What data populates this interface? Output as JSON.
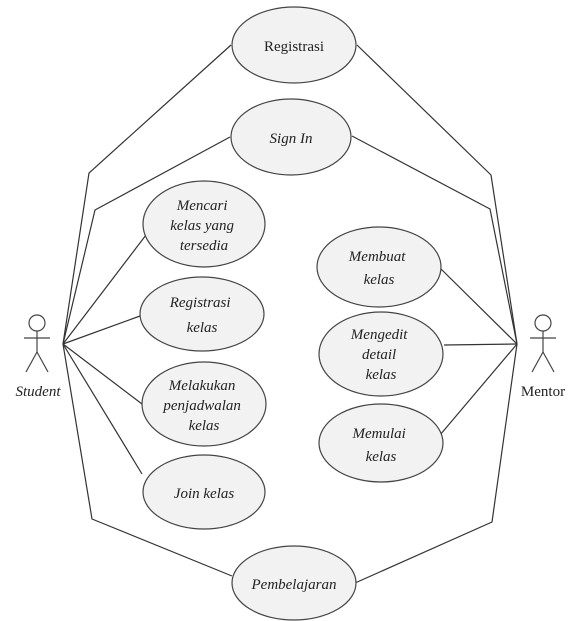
{
  "actors": {
    "student": {
      "label": "Student"
    },
    "mentor": {
      "label": "Mentor"
    }
  },
  "use_cases": {
    "registrasi": [
      "Registrasi"
    ],
    "sign_in": [
      "Sign In"
    ],
    "mencari_kelas": [
      "Mencari",
      "kelas yang",
      "tersedia"
    ],
    "registrasi_kelas": [
      "Registrasi",
      "kelas"
    ],
    "melakukan_penjadwalan": [
      "Melakukan",
      "penjadwalan",
      "kelas"
    ],
    "join_kelas": [
      "Join kelas"
    ],
    "membuat_kelas": [
      "Membuat",
      "kelas"
    ],
    "mengedit_detail": [
      "Mengedit",
      "detail",
      "kelas"
    ],
    "memulai_kelas": [
      "Memulai",
      "kelas"
    ],
    "pembelajaran": [
      "Pembelajaran"
    ]
  },
  "colors": {
    "ellipse_fill": "#f2f2f2",
    "stroke": "#444444",
    "text": "#222222"
  }
}
